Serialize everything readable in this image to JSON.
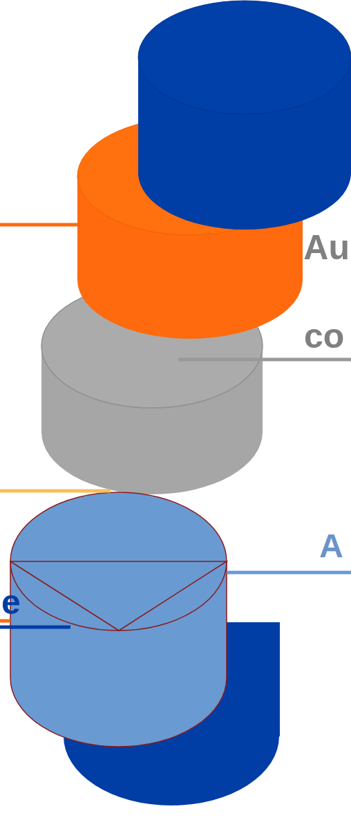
{
  "diagram": {
    "labels": [
      "Au",
      "co",
      "A",
      "e"
    ]
  }
}
